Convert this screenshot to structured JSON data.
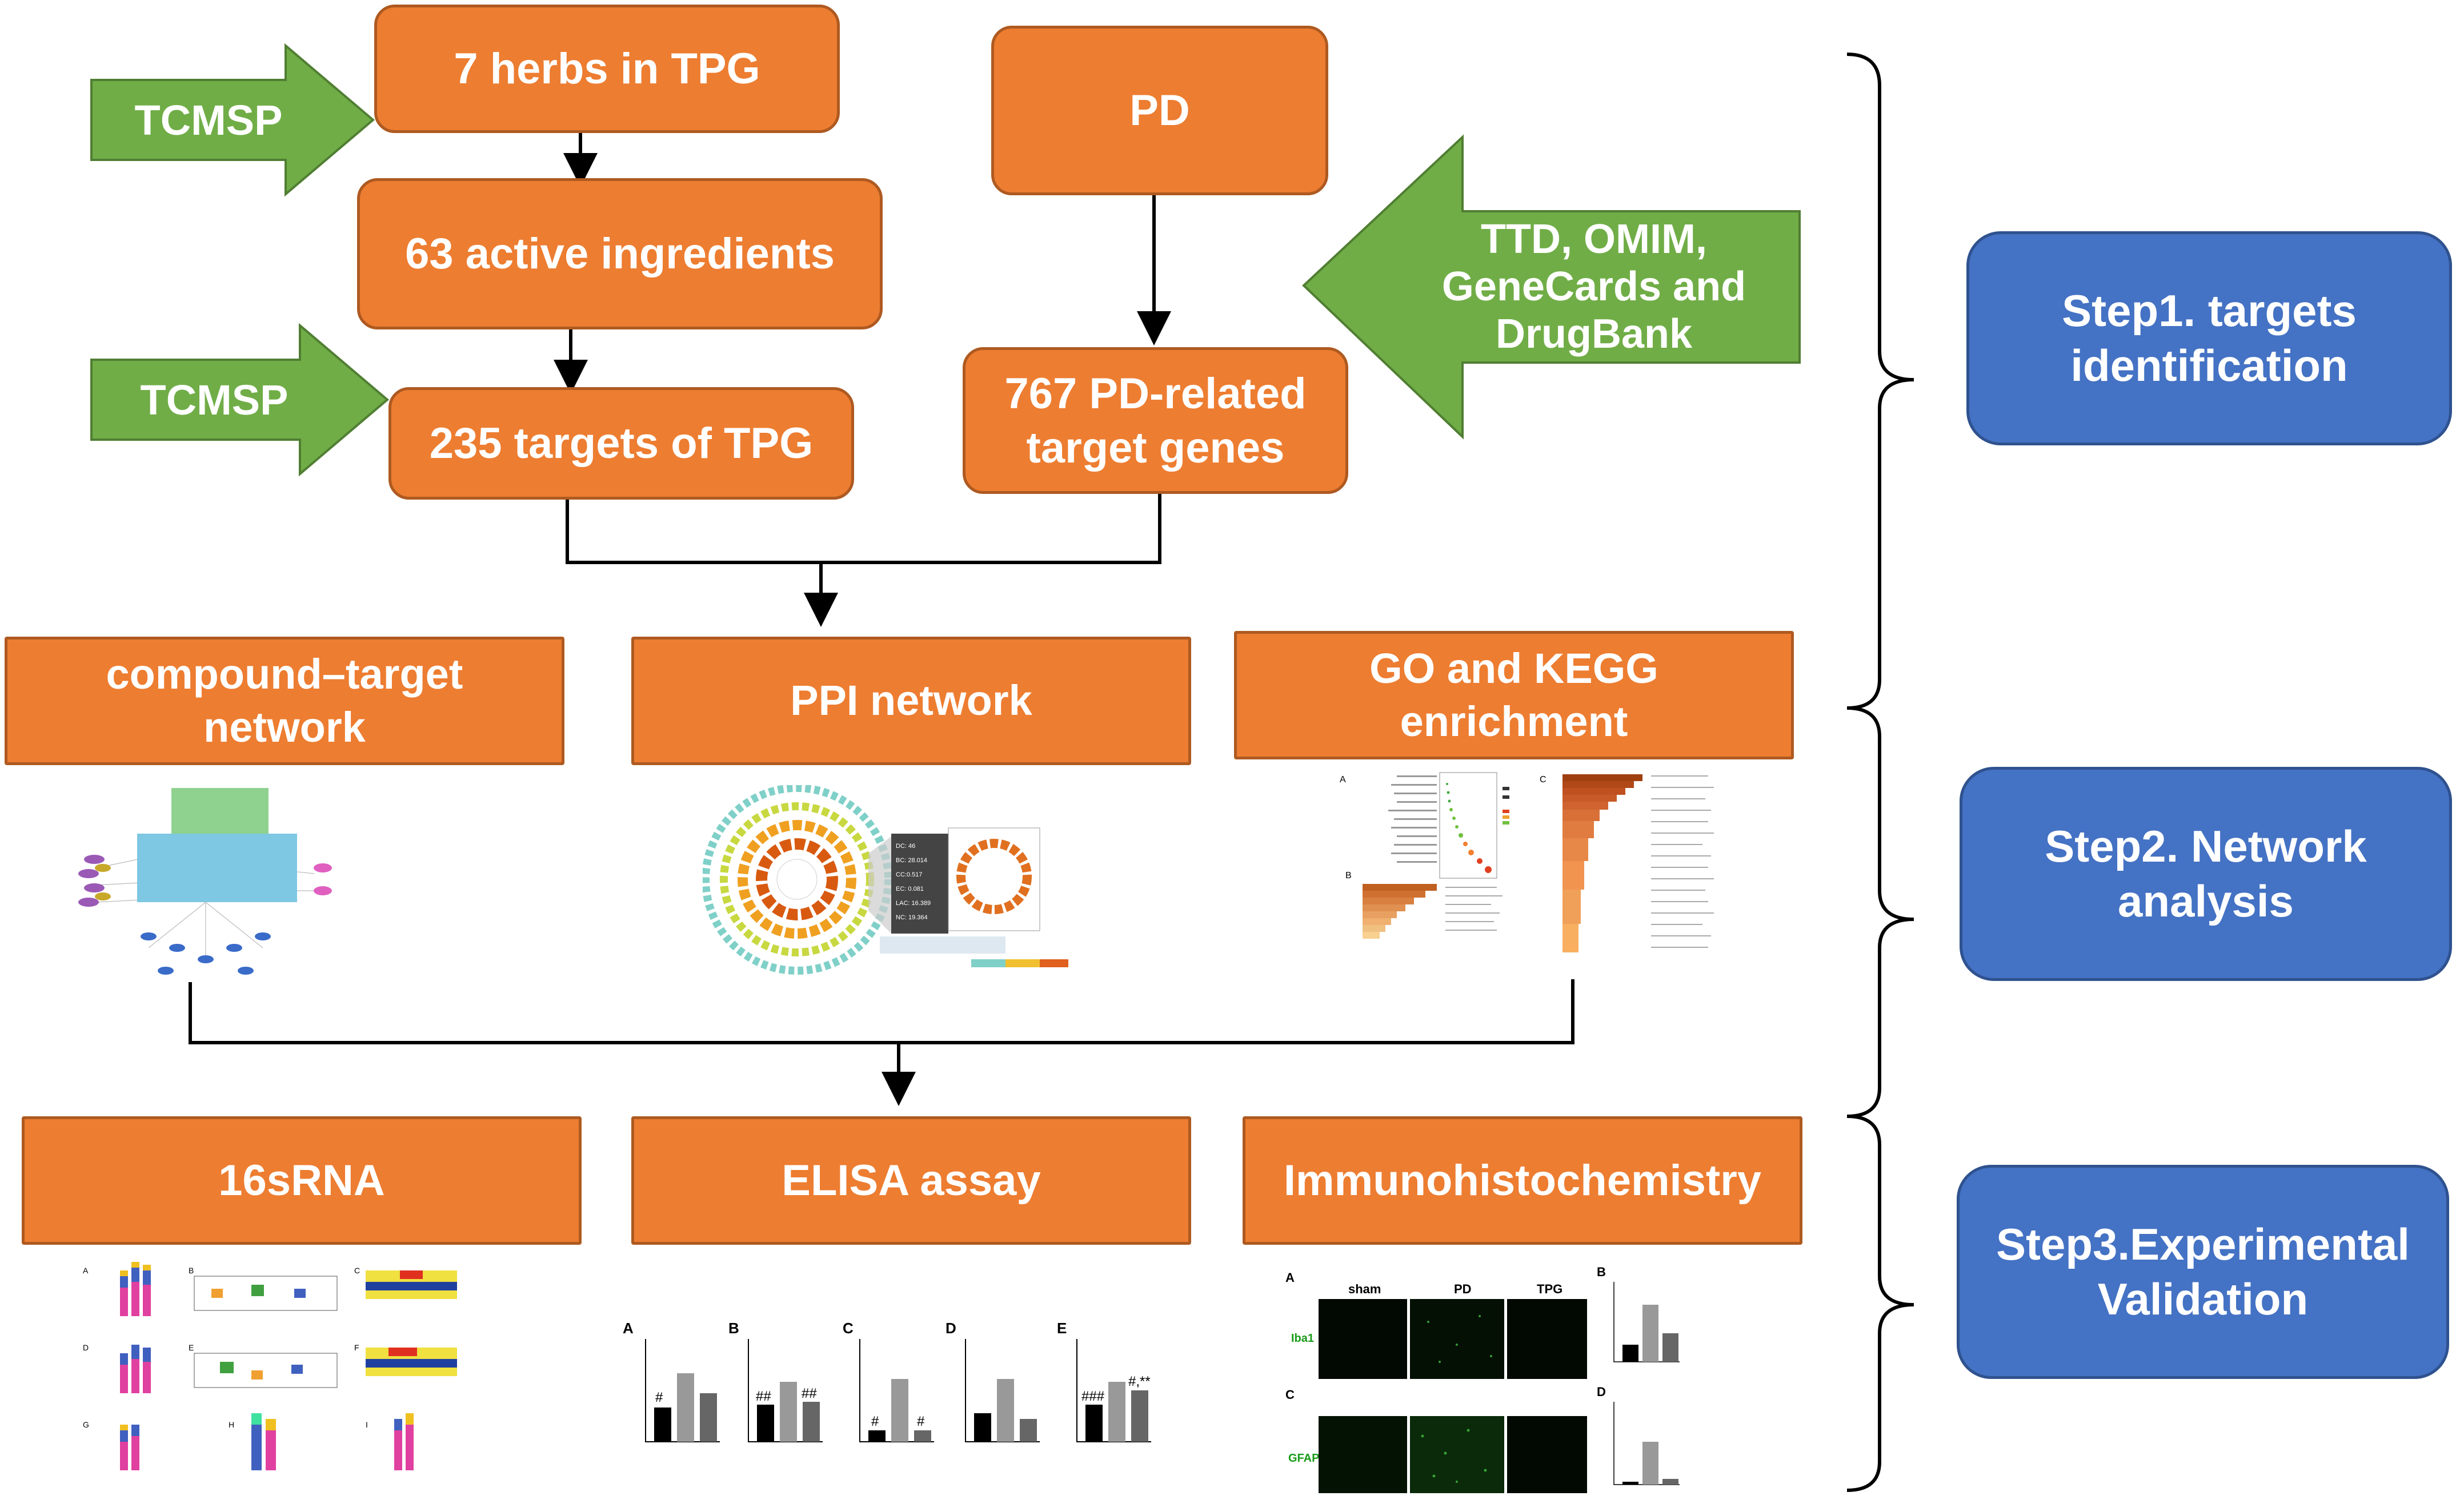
{
  "flow": {
    "herbs": "7 herbs in TPG",
    "active_ingredients": "63 active ingredients",
    "tpg_targets": "235 targets of  TPG",
    "pd": "PD",
    "pd_targets_line1": "767 PD-related",
    "pd_targets_line2": "target genes"
  },
  "sources": {
    "tcmsp_1": "TCMSP",
    "tcmsp_2": "TCMSP",
    "databases_line1": "TTD, OMIM,",
    "databases_line2": "GeneCards and",
    "databases_line3": "DrugBank"
  },
  "analysis": {
    "compound_target_line1": "compound–target",
    "compound_target_line2": "network",
    "ppi": "PPI network",
    "go_kegg_line1": "GO and KEGG",
    "go_kegg_line2": "enrichment"
  },
  "experiments": {
    "rna": "16sRNA",
    "elisa": "ELISA assay",
    "ihc": "Immunohistochemistry"
  },
  "steps": {
    "step1_line1": "Step1. targets",
    "step1_line2": "identification",
    "step2_line1": "Step2. Network",
    "step2_line2": "analysis",
    "step3_line1": "Step3.Experimental",
    "step3_line2": "Validation"
  },
  "thumbnails": {
    "ppi_stats": [
      "DC: 46",
      "BC: 28.014",
      "CC:0.517",
      "EC: 0.081",
      "LAC: 16.389",
      "NC: 19.364"
    ],
    "go_panels": [
      "A",
      "B",
      "C"
    ],
    "rna_panels": [
      "A",
      "B",
      "C",
      "D",
      "E",
      "F",
      "G",
      "H",
      "I"
    ],
    "elisa_panels": [
      "A",
      "B",
      "C",
      "D",
      "E"
    ],
    "elisa_marks": [
      "#",
      "##",
      "##",
      "#",
      "#",
      "###",
      "#,**"
    ],
    "ihc_panels": [
      "A",
      "B",
      "C",
      "D"
    ],
    "ihc_columns": [
      "sham",
      "PD",
      "TPG"
    ],
    "ihc_rows": [
      "Iba1",
      "GFAP"
    ]
  },
  "colors": {
    "orange": "#ED7D31",
    "orange_border": "#AE5A21",
    "green": "#70AD47",
    "blue": "#4472C4",
    "blue_border": "#2F528F"
  }
}
